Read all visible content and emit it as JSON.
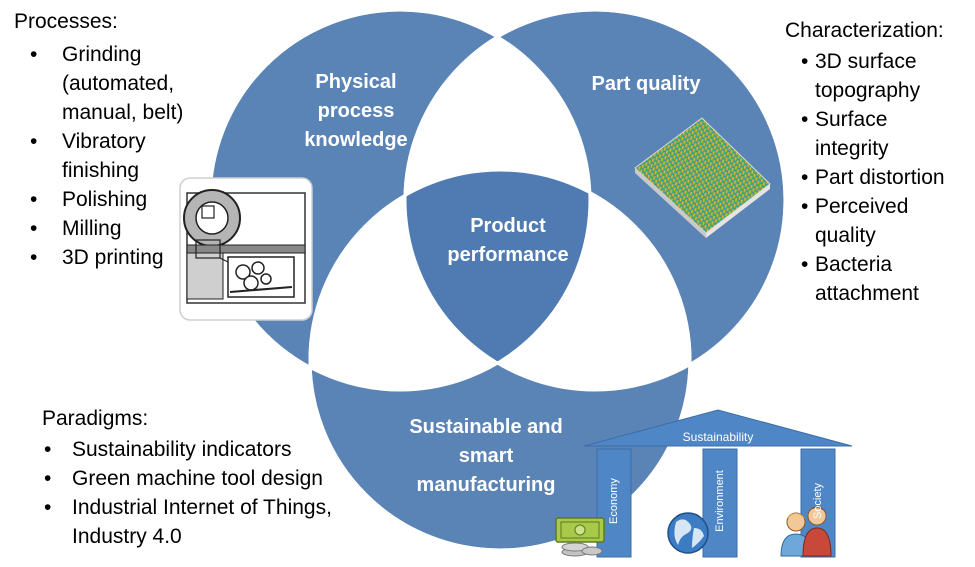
{
  "venn": {
    "colors": {
      "circle": "#5b84b6",
      "overlap": "#4a74a6",
      "stroke": "#ffffff",
      "center": "#3f6aa0"
    },
    "circles": [
      {
        "id": "physical",
        "label": "Physical process knowledge"
      },
      {
        "id": "quality",
        "label": "Part quality"
      },
      {
        "id": "sustainable",
        "label": "Sustainable and smart manufacturing"
      }
    ],
    "labels": {
      "physical": [
        "Physical",
        "process",
        "knowledge"
      ],
      "quality": [
        "Part quality"
      ],
      "center": [
        "Product",
        "performance"
      ],
      "sustainable": [
        "Sustainable and",
        "smart",
        "manufacturing"
      ]
    }
  },
  "processes": {
    "title": "Processes:",
    "items": [
      "Grinding (automated, manual, belt)",
      "Vibratory finishing",
      "Polishing",
      "Milling",
      "3D printing"
    ]
  },
  "characterization": {
    "title": "Characterization:",
    "items": [
      "3D surface topography",
      "Surface integrity",
      "Part distortion",
      "Perceived quality",
      "Bacteria attachment"
    ]
  },
  "paradigms": {
    "title": "Paradigms:",
    "items": [
      "Sustainability indicators",
      "Green machine tool design",
      "Industrial Internet of Things, Industry 4.0"
    ]
  },
  "sustainability_temple": {
    "roof_label": "Sustainability",
    "pillars": [
      "Economy",
      "Environment",
      "Society"
    ],
    "icons": [
      "money-icon",
      "globe-icon",
      "people-icon"
    ],
    "colors": {
      "roof": "#4f86c6",
      "pillar": "#4f86c6"
    }
  },
  "images": [
    "grinding-schematic",
    "surface-topography-map"
  ]
}
